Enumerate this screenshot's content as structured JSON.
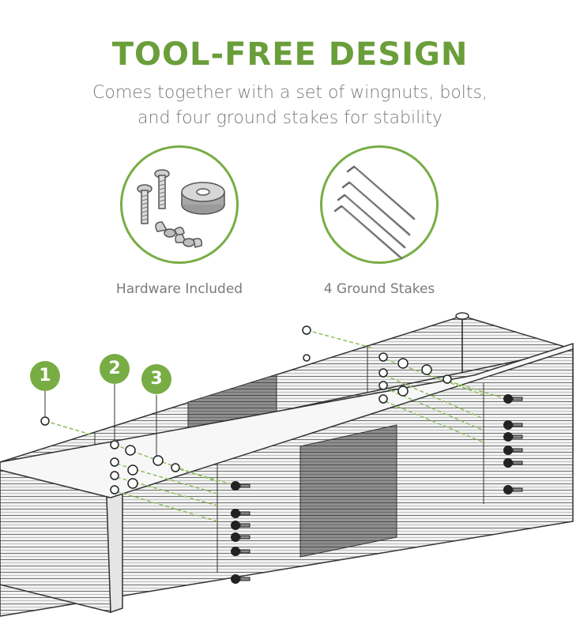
{
  "header": {
    "title": "TOOL-FREE DESIGN",
    "subtitle_line1": "Comes together with a set of wingnuts, bolts,",
    "subtitle_line2": "and four ground stakes for stability"
  },
  "features": [
    {
      "icon": "hardware-icon",
      "caption": "Hardware Included"
    },
    {
      "icon": "ground-stakes-icon",
      "caption": "4 Ground Stakes"
    }
  ],
  "steps": [
    "1",
    "2",
    "3"
  ],
  "colors": {
    "accent": "#77ad44",
    "title": "#6a9e3a",
    "text": "#7a7a7a",
    "panel_dark": "#8a8a8a",
    "panel_light": "#ececec"
  }
}
